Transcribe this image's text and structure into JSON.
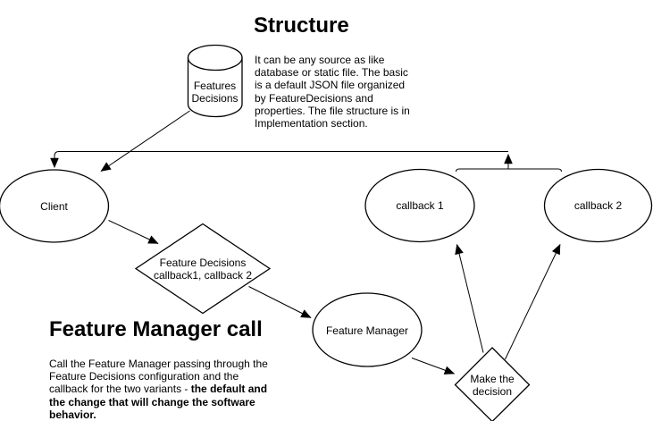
{
  "canvas": {
    "background": "#ffffff",
    "stroke_color": "#000000",
    "fill_color": "#ffffff",
    "text_color": "#000000"
  },
  "sections": {
    "structure": {
      "title": "Structure",
      "description": "It can be any source as like\ndatabase or static file. The basic\nis a default JSON file organized\nby FeatureDecisions and\nproperties. The file structure is in\nImplementation section."
    },
    "feature_manager_call": {
      "title": "Feature Manager call",
      "description_normal": "Call the Feature Manager passing through the\nFeature Decisions configuration and the\ncallback for the two variants - ",
      "description_bold": "the default and\nthe change that will change the software\nbehavior."
    }
  },
  "nodes": {
    "database": {
      "shape": "cylinder",
      "label": "Features\nDecisions"
    },
    "client": {
      "shape": "ellipse",
      "label": "Client"
    },
    "callback1": {
      "shape": "ellipse",
      "label": "callback 1"
    },
    "callback2": {
      "shape": "ellipse",
      "label": "callback 2"
    },
    "feature_decisions": {
      "shape": "diamond",
      "label": "Feature Decisions\ncallback1, callback 2"
    },
    "feature_manager": {
      "shape": "ellipse",
      "label": "Feature Manager"
    },
    "make_decision": {
      "shape": "diamond",
      "label": "Make the\ndecision"
    }
  },
  "edges": [
    {
      "from": "database",
      "to": "client",
      "style": "straight-arrow"
    },
    {
      "from": "callback1",
      "to": "merge-junction",
      "style": "orthogonal"
    },
    {
      "from": "callback2",
      "to": "merge-junction",
      "style": "orthogonal"
    },
    {
      "from": "merge-junction",
      "to": "client",
      "style": "orthogonal-arrow"
    },
    {
      "from": "client",
      "to": "feature_decisions",
      "style": "straight-arrow"
    },
    {
      "from": "feature_decisions",
      "to": "feature_manager",
      "style": "straight-arrow"
    },
    {
      "from": "feature_manager",
      "to": "make_decision",
      "style": "straight-arrow"
    },
    {
      "from": "make_decision",
      "to": "callback1",
      "style": "straight-arrow"
    },
    {
      "from": "make_decision",
      "to": "callback2",
      "style": "straight-arrow"
    }
  ]
}
